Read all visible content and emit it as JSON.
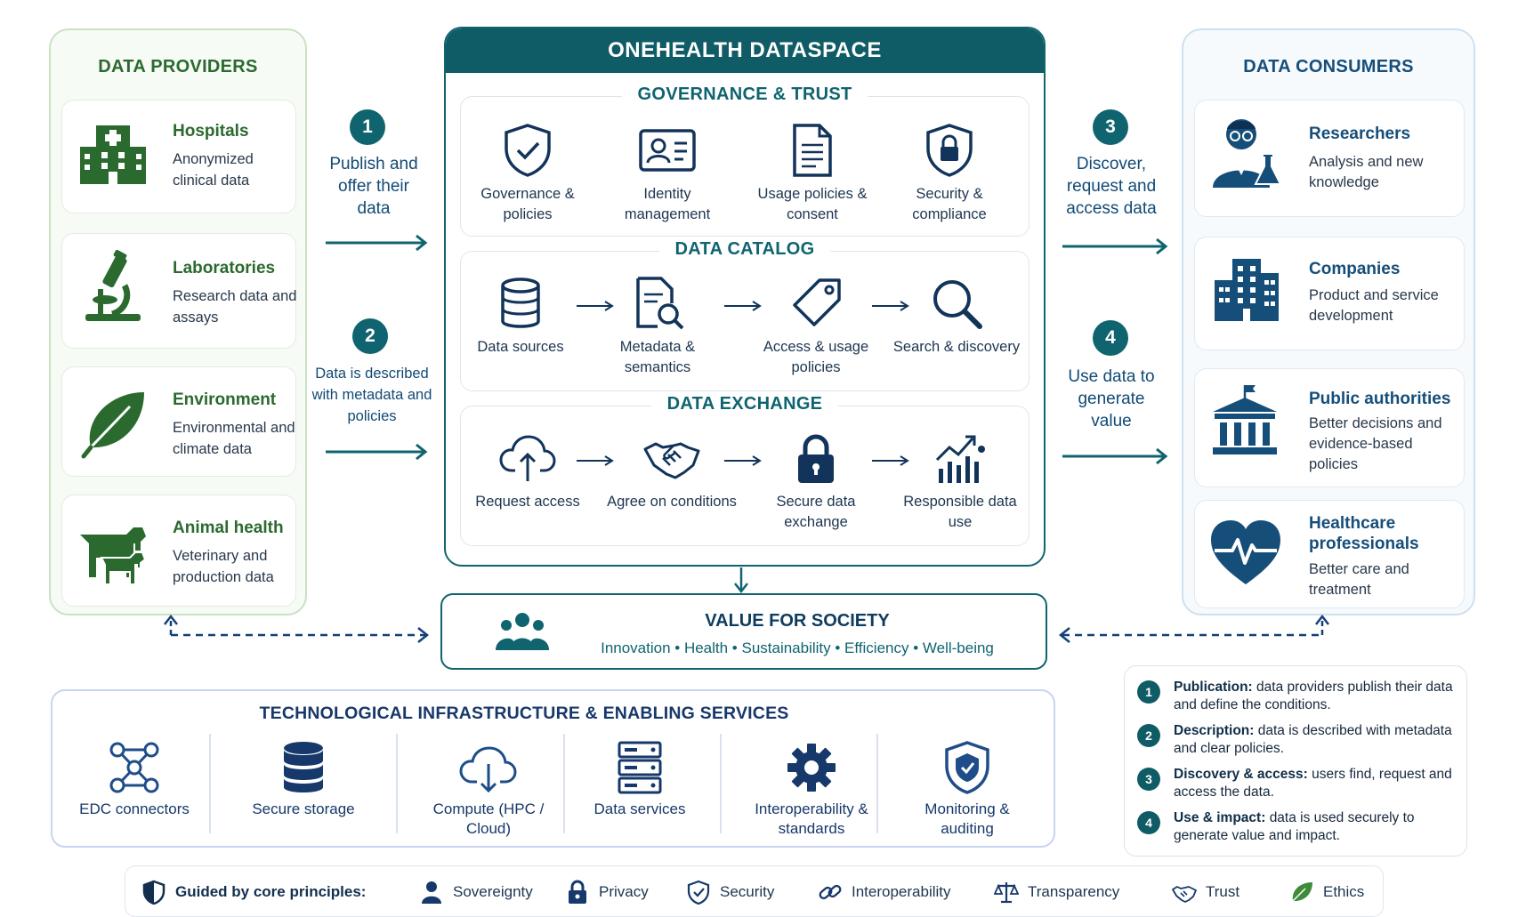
{
  "providers": {
    "title": "DATA PROVIDERS",
    "items": [
      {
        "name": "Hospitals",
        "desc": "Anonymized clinical data",
        "icon": "hospital-icon"
      },
      {
        "name": "Laboratories",
        "desc": "Research data and assays",
        "icon": "microscope-icon"
      },
      {
        "name": "Environment",
        "desc": "Environmental and climate data",
        "icon": "leaf-icon"
      },
      {
        "name": "Animal health",
        "desc": "Veterinary and production data",
        "icon": "livestock-icon"
      }
    ]
  },
  "consumers": {
    "title": "DATA CONSUMERS",
    "items": [
      {
        "name": "Researchers",
        "desc": "Analysis and new knowledge",
        "icon": "researcher-icon"
      },
      {
        "name": "Companies",
        "desc": "Product and service development",
        "icon": "office-building-icon"
      },
      {
        "name": "Public authorities",
        "desc": "Better decisions and evidence-based policies",
        "icon": "government-building-icon"
      },
      {
        "name": "Healthcare professionals",
        "desc": "Better care and treatment",
        "icon": "heart-pulse-icon"
      }
    ]
  },
  "steps": [
    {
      "num": "1",
      "text": "Publish and offer their data"
    },
    {
      "num": "2",
      "text": "Data is described with metadata and policies"
    },
    {
      "num": "3",
      "text": "Discover, request and access data"
    },
    {
      "num": "4",
      "text": "Use data to generate value"
    }
  ],
  "dataspace": {
    "title": "ONEHEALTH DATASPACE",
    "governance": {
      "title": "GOVERNANCE & TRUST",
      "items": [
        "Governance & policies",
        "Identity management",
        "Usage policies & consent",
        "Security & compliance"
      ]
    },
    "catalog": {
      "title": "DATA CATALOG",
      "items": [
        "Data sources",
        "Metadata & semantics",
        "Access & usage policies",
        "Search & discovery"
      ]
    },
    "exchange": {
      "title": "DATA EXCHANGE",
      "items": [
        "Request access",
        "Agree on conditions",
        "Secure data exchange",
        "Responsible data use"
      ]
    }
  },
  "value": {
    "title": "VALUE FOR SOCIETY",
    "subtitle": "Innovation • Health • Sustainability • Efficiency • Well-being"
  },
  "infrastructure": {
    "title": "TECHNOLOGICAL INFRASTRUCTURE & ENABLING SERVICES",
    "items": [
      "EDC connectors",
      "Secure storage",
      "Compute (HPC / Cloud)",
      "Data services",
      "Interoperability & standards",
      "Monitoring & auditing"
    ]
  },
  "legend": [
    {
      "num": "1",
      "bold": "Publication:",
      "text": "data providers publish their data and define the conditions."
    },
    {
      "num": "2",
      "bold": "Description:",
      "text": "data is described with metadata and clear policies."
    },
    {
      "num": "3",
      "bold": "Discovery & access:",
      "text": "users find, request and access the data."
    },
    {
      "num": "4",
      "bold": "Use & impact:",
      "text": "data is used securely to generate value and impact."
    }
  ],
  "principles": {
    "label": "Guided by core principles:",
    "items": [
      "Sovereignty",
      "Privacy",
      "Security",
      "Interoperability",
      "Transparency",
      "Trust",
      "Ethics"
    ]
  },
  "colors": {
    "provider_green": "#2b6a2e",
    "consumer_blue": "#164e7a",
    "dataspace_teal": "#0f5c66"
  }
}
